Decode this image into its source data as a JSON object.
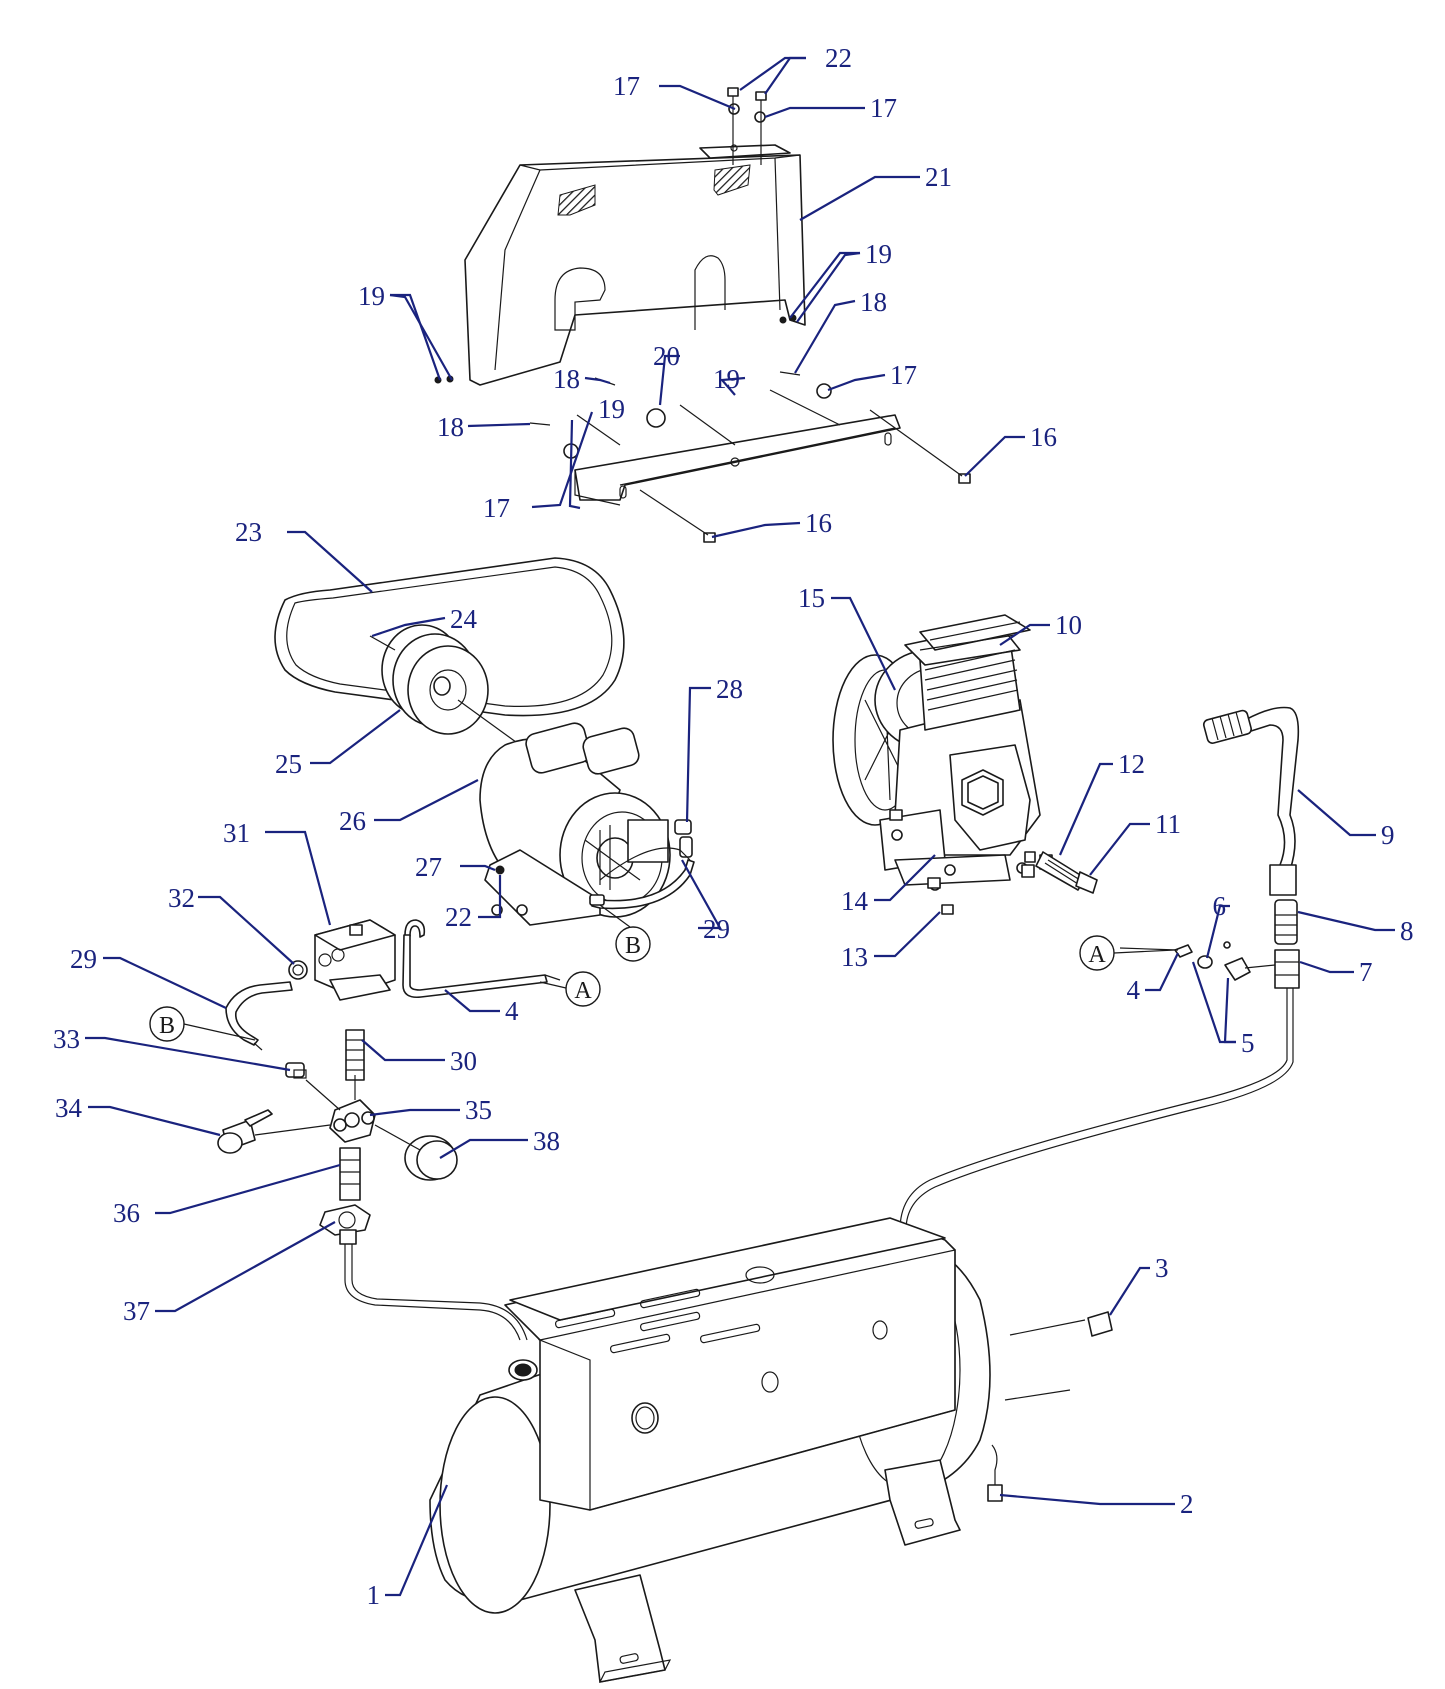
{
  "callouts": {
    "c1": "1",
    "c2": "2",
    "c3": "3",
    "c4a": "4",
    "c4b": "4",
    "c5": "5",
    "c6": "6",
    "c7": "7",
    "c8": "8",
    "c9": "9",
    "c10": "10",
    "c11": "11",
    "c12": "12",
    "c13": "13",
    "c14": "14",
    "c15": "15",
    "c16a": "16",
    "c16b": "16",
    "c17a": "17",
    "c17b": "17",
    "c17c": "17",
    "c17d": "17",
    "c18a": "18",
    "c18b": "18",
    "c18c": "18",
    "c19a": "19",
    "c19b": "19",
    "c19c": "19",
    "c19d": "19",
    "c20": "20",
    "c21": "21",
    "c22a": "22",
    "c22b": "22",
    "c23": "23",
    "c24": "24",
    "c25": "25",
    "c26": "26",
    "c27": "27",
    "c28": "28",
    "c29a": "29",
    "c29b": "29",
    "c30": "30",
    "c31": "31",
    "c32": "32",
    "c33": "33",
    "c34": "34",
    "c35": "35",
    "c36": "36",
    "c37": "37",
    "c38": "38"
  },
  "references": {
    "refA1": "A",
    "refA2": "A",
    "refB1": "B",
    "refB2": "B"
  },
  "colors": {
    "callout": "#1a237e",
    "line": "#1a1a1a"
  }
}
